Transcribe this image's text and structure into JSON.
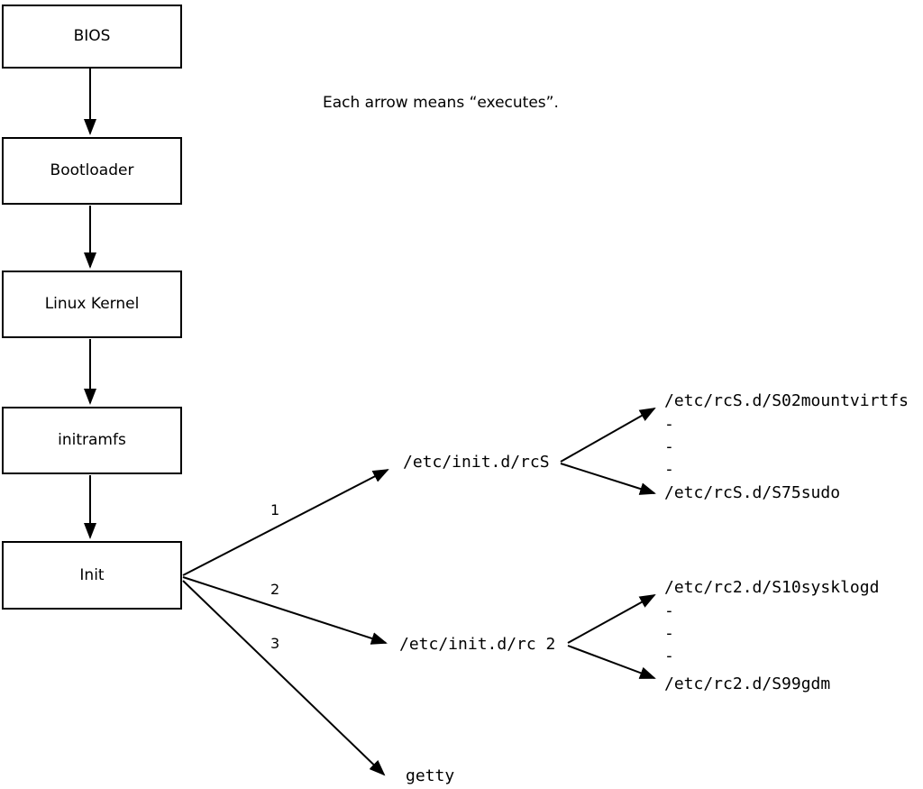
{
  "note": "Each arrow means “executes”.",
  "chain": [
    {
      "label": "BIOS"
    },
    {
      "label": "Bootloader"
    },
    {
      "label": "Linux Kernel"
    },
    {
      "label": "initramfs"
    },
    {
      "label": "Init"
    }
  ],
  "init_branches": [
    {
      "order": "1",
      "target": "/etc/init.d/rcS"
    },
    {
      "order": "2",
      "target": "/etc/init.d/rc 2"
    },
    {
      "order": "3",
      "target": "getty"
    }
  ],
  "rcS_scripts": {
    "first": "/etc/rcS.d/S02mountvirtfs",
    "ellipsis": [
      "-",
      "-",
      "-"
    ],
    "last": "/etc/rcS.d/S75sudo"
  },
  "rc2_scripts": {
    "first": "/etc/rc2.d/S10sysklogd",
    "ellipsis": [
      "-",
      "-",
      "-"
    ],
    "last": "/etc/rc2.d/S99gdm"
  }
}
